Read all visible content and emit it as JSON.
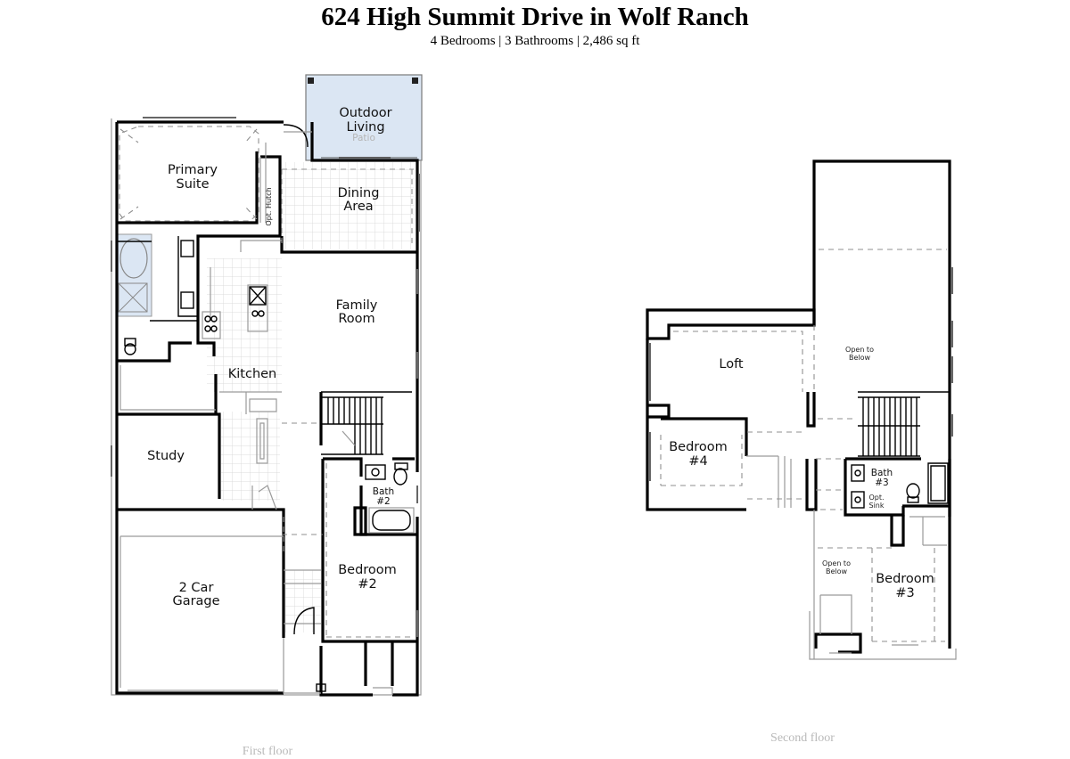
{
  "header": {
    "title": "624 High Summit Drive in Wolf Ranch",
    "subtitle": "4 Bedrooms | 3 Bathrooms | 2,486 sq ft"
  },
  "first_floor": {
    "caption": "First floor",
    "rooms": {
      "outdoor_living": [
        "Outdoor",
        "Living"
      ],
      "patio_ghost": "Patio",
      "primary_suite": [
        "Primary",
        "Suite"
      ],
      "opt_hutch": "Opt. Hutch",
      "dining_area": [
        "Dining",
        "Area"
      ],
      "family_room": [
        "Family",
        "Room"
      ],
      "kitchen": "Kitchen",
      "study": "Study",
      "bath2": [
        "Bath",
        "#2"
      ],
      "bedroom2": [
        "Bedroom",
        "#2"
      ],
      "garage": [
        "2 Car",
        "Garage"
      ]
    }
  },
  "second_floor": {
    "caption": "Second floor",
    "rooms": {
      "open_to_below_top": [
        "Open to",
        "Below"
      ],
      "loft": "Loft",
      "bedroom4": [
        "Bedroom",
        "#4"
      ],
      "bath3": [
        "Bath",
        "#3"
      ],
      "opt_sink": [
        "Opt.",
        "Sink"
      ],
      "open_to_below_bottom": [
        "Open to",
        "Below"
      ],
      "bedroom3": [
        "Bedroom",
        "#3"
      ]
    }
  }
}
